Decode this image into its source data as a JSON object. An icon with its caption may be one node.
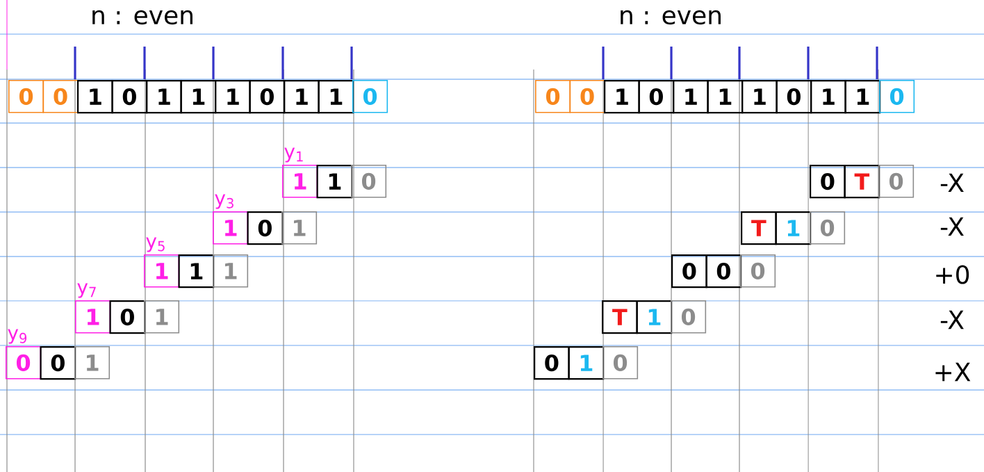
{
  "diagram": {
    "nodes": [
      {
        "text": [
          "0"
        ]
      },
      {
        "text": [
          "0"
        ]
      },
      {
        "text": [
          "1"
        ]
      },
      {
        "text": [
          "0"
        ]
      },
      {
        "text": [
          "1"
        ]
      },
      {
        "text": [
          "1"
        ]
      },
      {
        "text": [
          "1"
        ]
      },
      {
        "text": [
          "0"
        ]
      },
      {
        "text": [
          "1"
        ]
      },
      {
        "text": [
          "1"
        ]
      },
      {
        "text": [
          "0"
        ]
      },
      {
        "text": [
          "1"
        ],
        "beside": [
          "y$_{1}$"
        ]
      },
      {
        "text": [
          "1"
        ]
      },
      {
        "text": [
          "0"
        ]
      },
      {
        "text": [
          "1"
        ],
        "beside": [
          "y$_{3}$"
        ]
      },
      {
        "text": [
          "0"
        ]
      },
      {
        "text": [
          "1"
        ]
      },
      {
        "text": [
          "1"
        ],
        "beside": [
          "y$_{5}$"
        ]
      },
      {
        "text": [
          "1"
        ]
      },
      {
        "text": [
          "1"
        ]
      },
      {
        "text": [
          "1"
        ],
        "beside": [
          "y$_{7}$"
        ]
      },
      {
        "text": [
          "0"
        ]
      },
      {
        "text": [
          "1"
        ]
      },
      {
        "text": [
          "0"
        ],
        "beside": [
          "y$_{9}$"
        ]
      },
      {
        "text": [
          "0"
        ]
      },
      {
        "text": [
          "1"
        ]
      },
      {
        "text": [
          "0"
        ]
      },
      {
        "text": [
          "0"
        ]
      },
      {
        "text": [
          "1"
        ]
      },
      {
        "text": [
          "0"
        ]
      },
      {
        "text": [
          "1"
        ]
      },
      {
        "text": [
          "1"
        ]
      },
      {
        "text": [
          "1"
        ]
      },
      {
        "text": [
          "0"
        ]
      },
      {
        "text": [
          "1"
        ]
      },
      {
        "text": [
          "1"
        ]
      },
      {
        "text": [
          "0"
        ]
      },
      {
        "text": [
          "0"
        ]
      },
      {
        "text": [
          "T"
        ]
      },
      {
        "text": [
          "0"
        ]
      },
      {
        "text": [
          "T"
        ]
      },
      {
        "text": [
          "1"
        ]
      },
      {
        "text": [
          "0"
        ]
      },
      {
        "text": [
          "0"
        ]
      },
      {
        "text": [
          "0"
        ]
      },
      {
        "text": [
          "0"
        ]
      },
      {
        "text": [
          "T"
        ]
      },
      {
        "text": [
          "1"
        ]
      },
      {
        "text": [
          "0"
        ]
      },
      {
        "text": [
          "0"
        ]
      },
      {
        "text": [
          "1"
        ]
      },
      {
        "text": [
          "0"
        ]
      }
    ],
    "labels": [
      "n : even",
      "n : even",
      "-X",
      "-X",
      "+0",
      "-X",
      "+X"
    ]
  }
}
